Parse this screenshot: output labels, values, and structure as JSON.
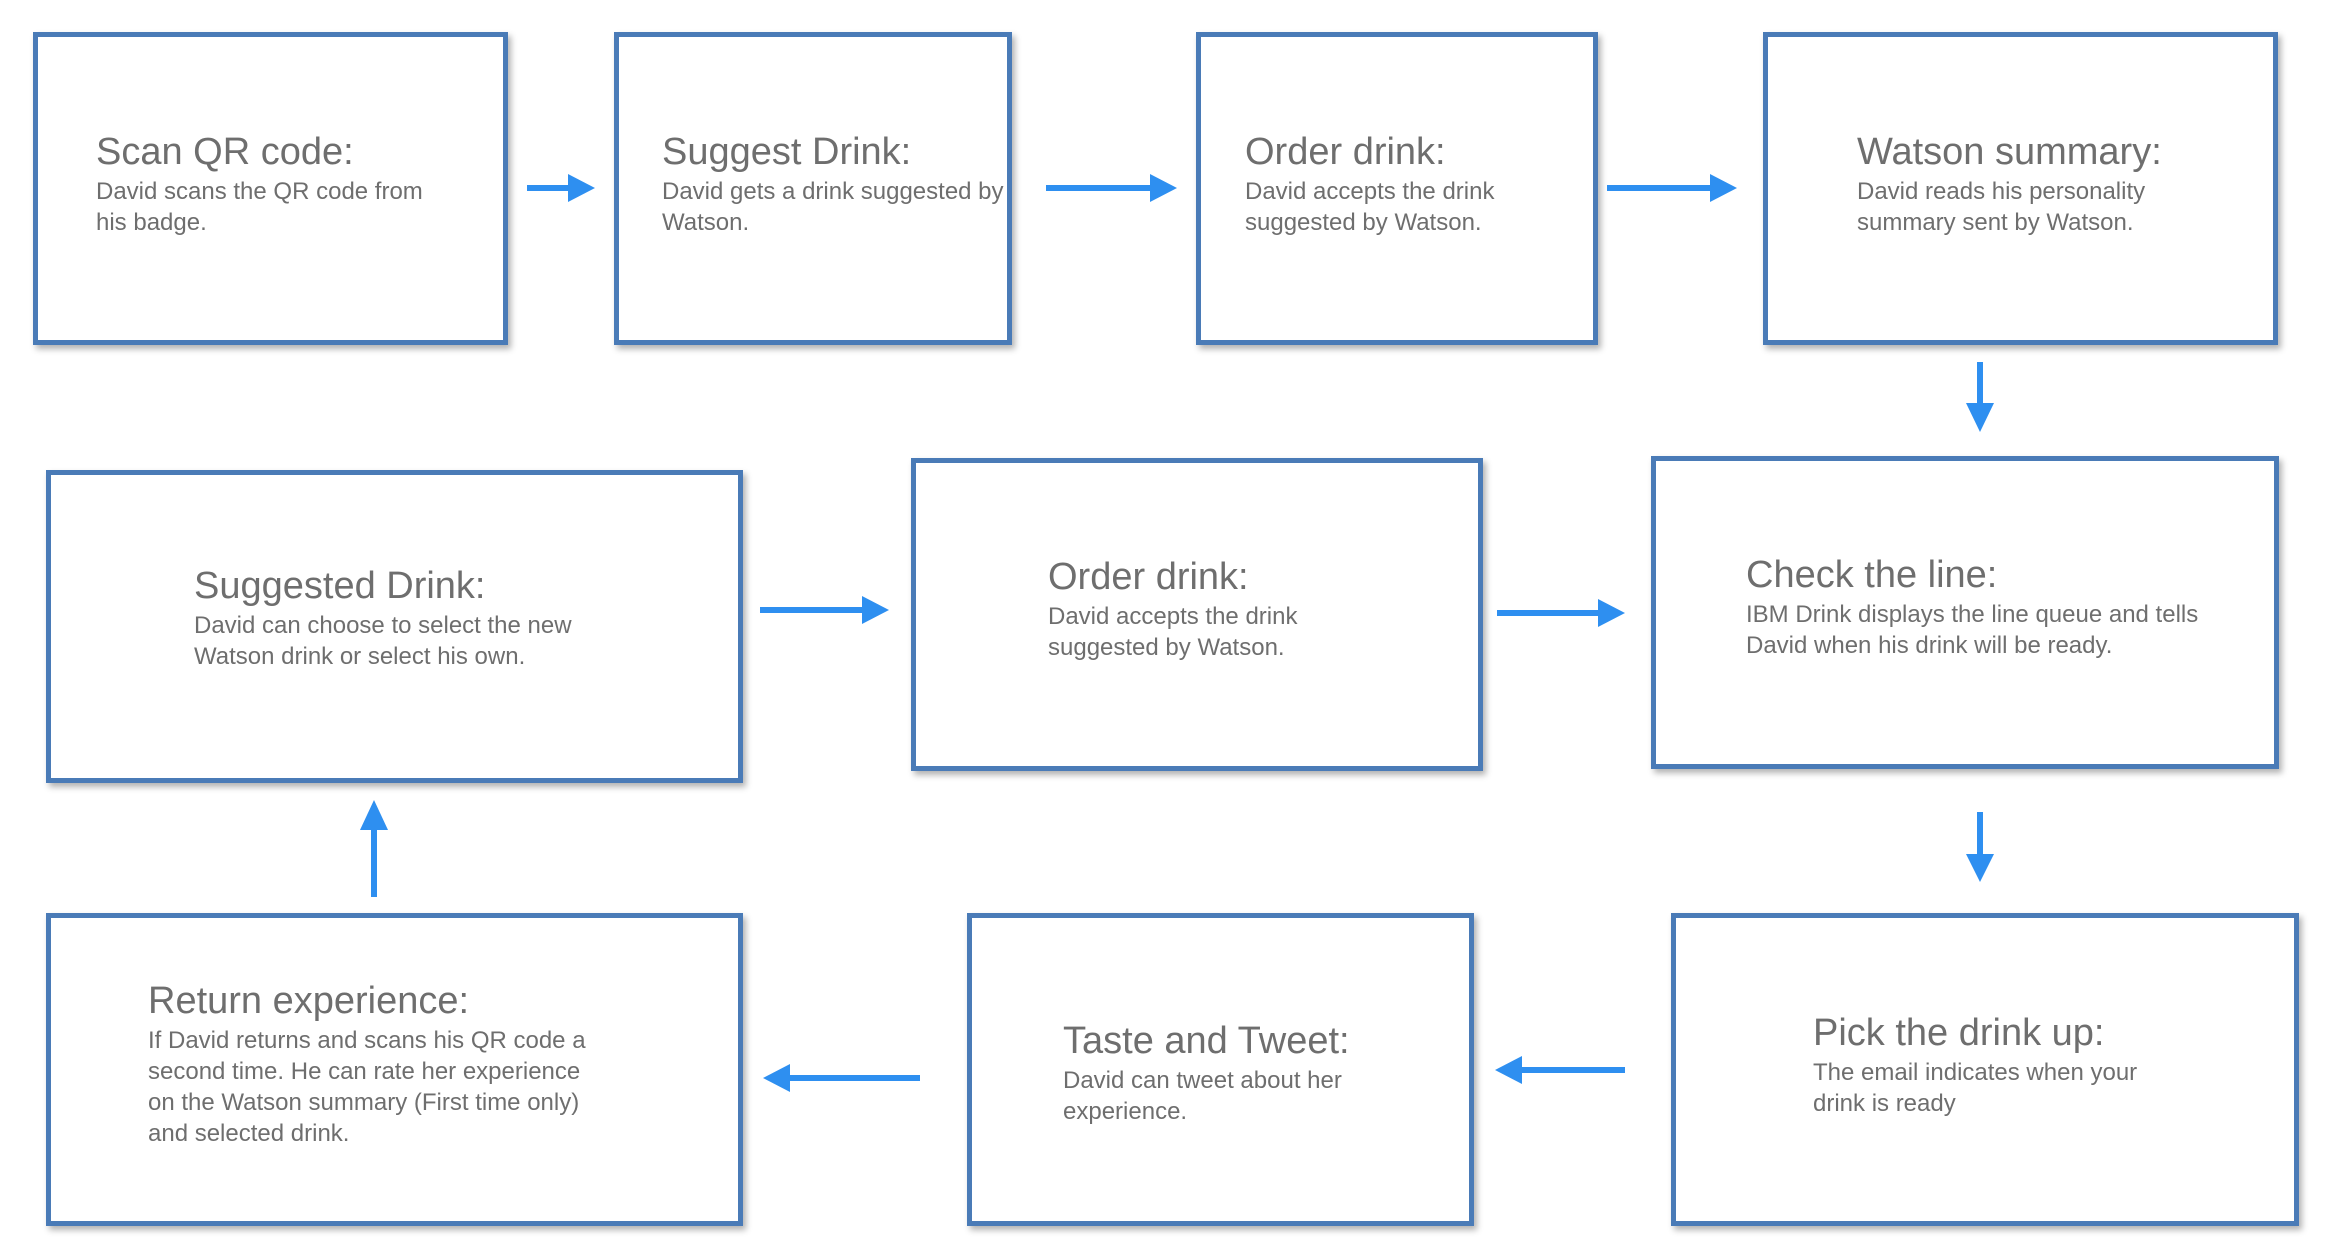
{
  "steps": [
    {
      "title": "Scan QR code:",
      "desc": "David scans the QR code from\nhis badge."
    },
    {
      "title": "Suggest Drink:",
      "desc": "David gets a drink suggested by\nWatson."
    },
    {
      "title": "Order drink:",
      "desc": "David accepts the drink\nsuggested by Watson."
    },
    {
      "title": "Watson summary:",
      "desc": "David reads his personality\nsummary sent by  Watson."
    },
    {
      "title": "Check the line:",
      "desc": "IBM Drink displays the line queue and tells\nDavid when his drink will be ready."
    },
    {
      "title": "Order drink:",
      "desc": "David accepts the drink\nsuggested by Watson."
    },
    {
      "title": "Suggested Drink:",
      "desc": "David can choose to select the new\nWatson drink or select his own."
    },
    {
      "title": "Pick the drink up:",
      "desc": "The email indicates when your\ndrink is ready"
    },
    {
      "title": "Taste and Tweet:",
      "desc": "David can tweet about her\nexperience."
    },
    {
      "title": "Return experience:",
      "desc": "If David returns and scans his QR code a\nsecond time. He can rate her experience\non the Watson summary (First time only)\nand selected drink."
    }
  ],
  "colors": {
    "box_border": "#4a7bb7",
    "arrow": "#2e8ff0",
    "text": "#6e6e6e"
  }
}
